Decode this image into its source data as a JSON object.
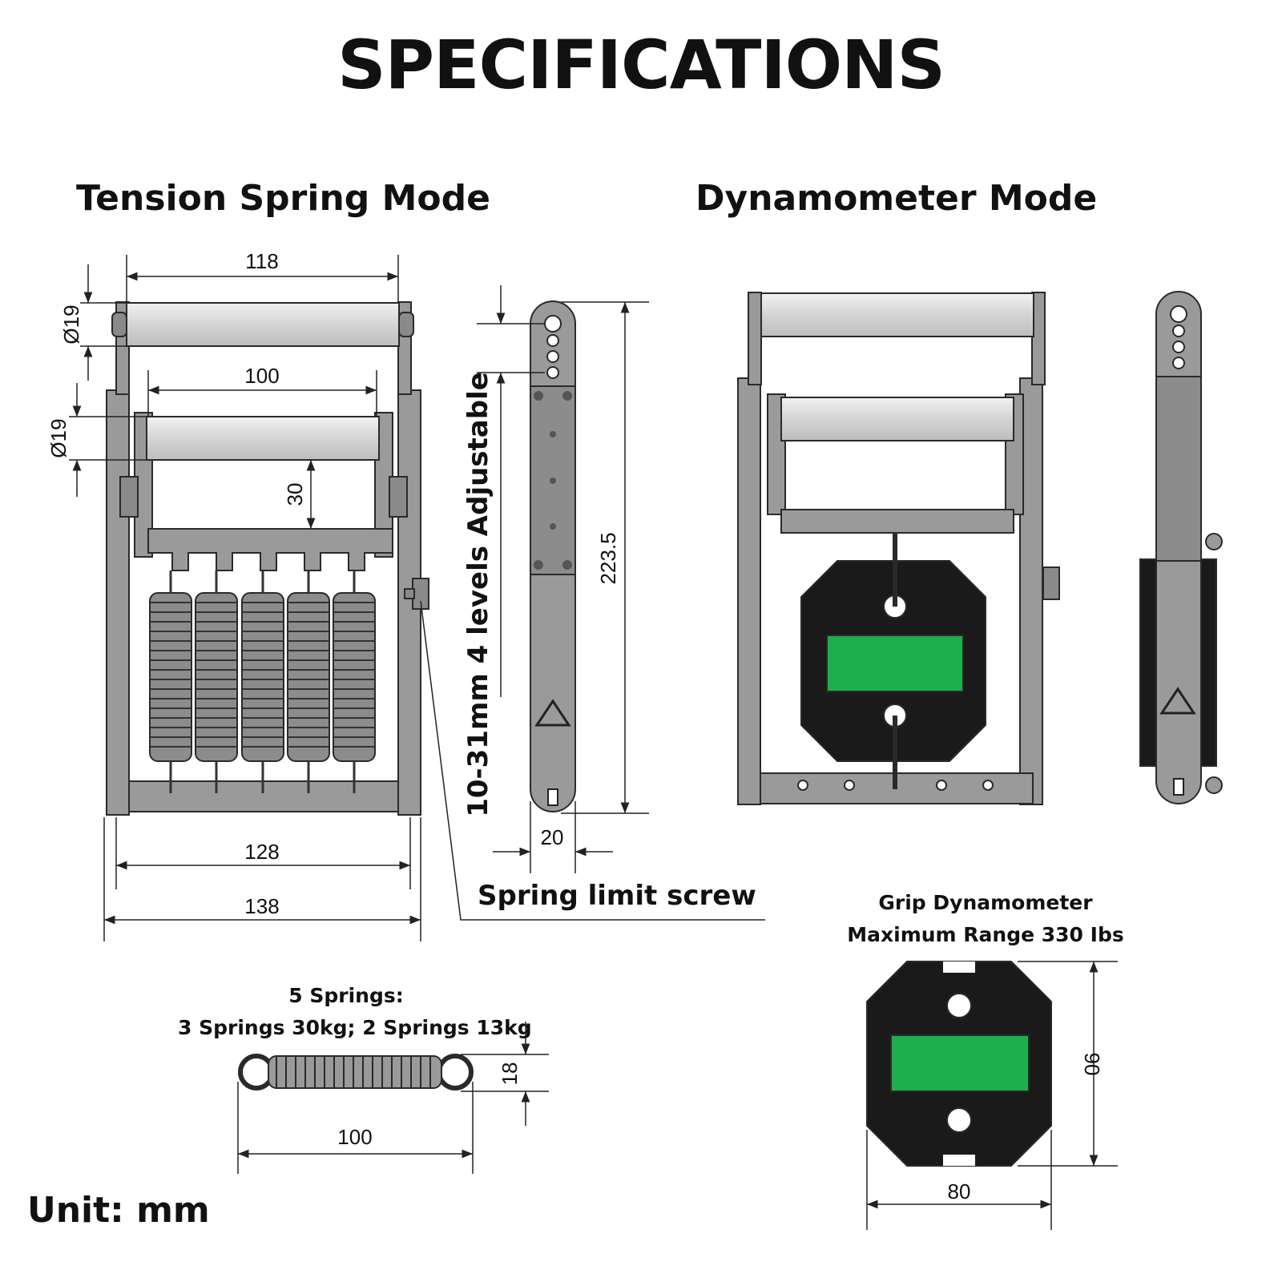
{
  "title": "SPECIFICATIONS",
  "sections": {
    "tension_title": "Tension Spring Mode",
    "dyno_title": "Dynamometer Mode"
  },
  "dimensions": {
    "top_handle_width": "118",
    "top_handle_dia": "Ø19",
    "inner_handle_width": "100",
    "inner_handle_dia": "Ø19",
    "gap": "30",
    "frame_inner_width": "128",
    "frame_outer_width": "138",
    "side_length": "223.5",
    "side_width": "20",
    "spring_length": "100",
    "spring_height": "18",
    "dyno_height": "90",
    "dyno_width": "80"
  },
  "labels": {
    "adjustable": "10-31mm 4 levels Adjustable",
    "spring_limit_screw": "Spring limit screw",
    "springs_line1": "5 Springs:",
    "springs_line2": "3 Springs 30kg; 2 Springs 13kg",
    "dyno_line1": "Grip Dynamometer",
    "dyno_line2": "Maximum Range 330 Ibs",
    "unit": "Unit: mm"
  },
  "colors": {
    "frame_fill": "#9a9a9a",
    "frame_stroke": "#2a2a2a",
    "dyno_body": "#1a1a1a",
    "dyno_screen": "#1fae4d",
    "roller": "#dcdcdc"
  }
}
